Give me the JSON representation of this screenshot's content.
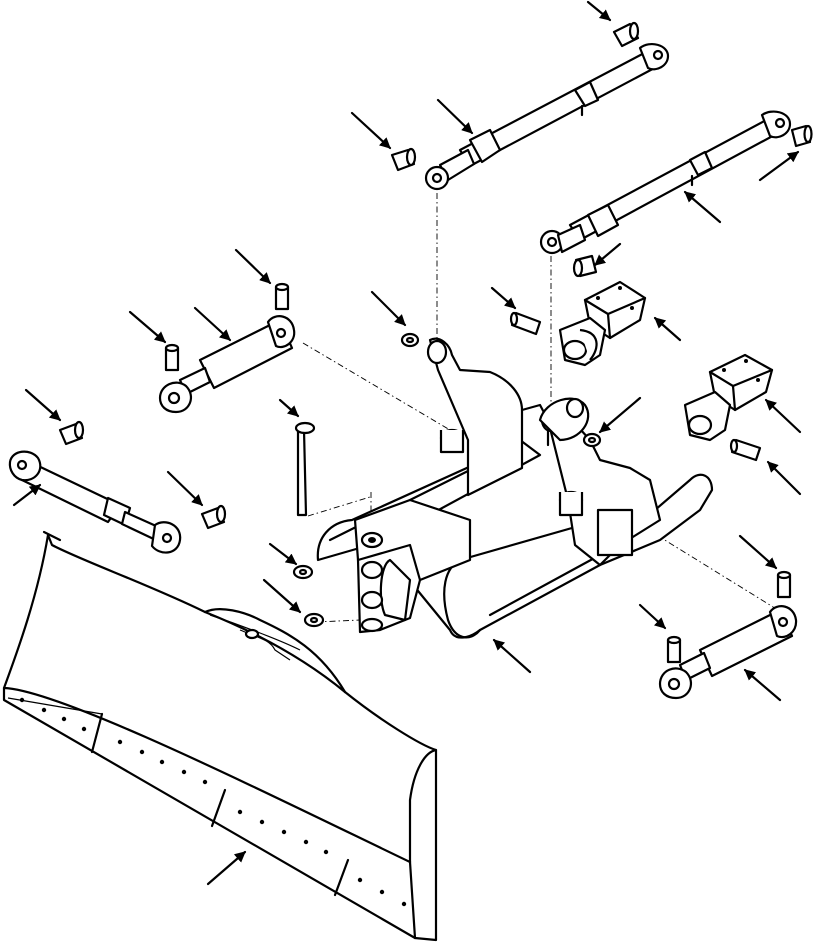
{
  "figure": {
    "background": "#ffffff",
    "ink": "#000000"
  },
  "components": [
    {
      "name": "dozer-blade"
    },
    {
      "name": "blade-cutting-edge"
    },
    {
      "name": "push-frame"
    },
    {
      "name": "tilt-cylinder"
    },
    {
      "name": "lift-cylinder"
    },
    {
      "name": "angle-cylinder"
    },
    {
      "name": "mounting-bracket"
    },
    {
      "name": "pivot-pin"
    },
    {
      "name": "washer"
    },
    {
      "name": "pin"
    }
  ],
  "callout_count": 24
}
